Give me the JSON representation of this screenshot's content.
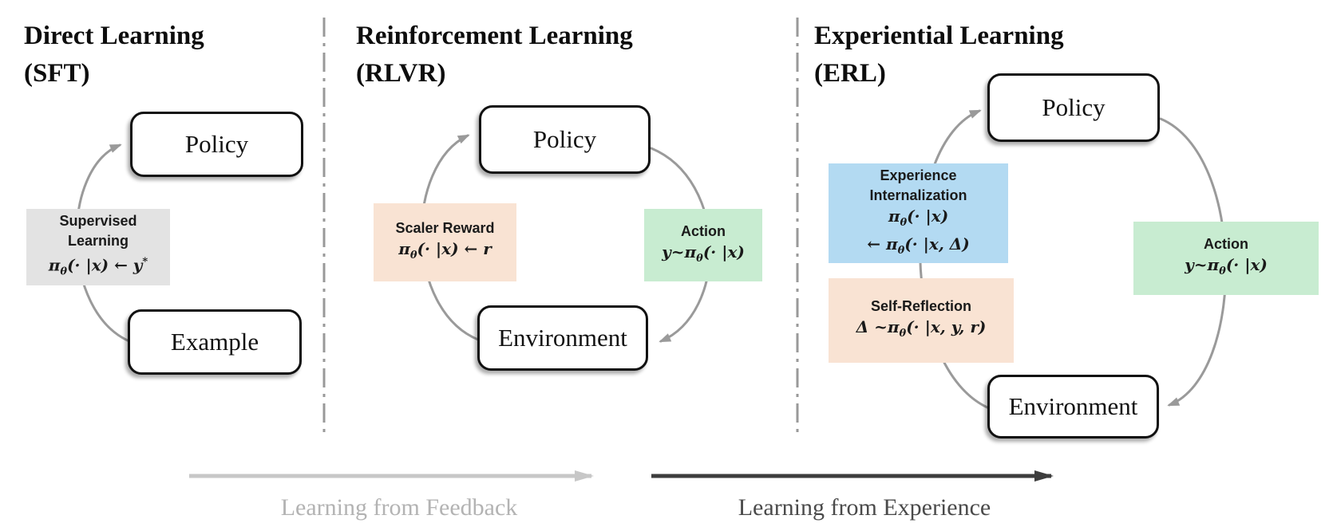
{
  "colors": {
    "arc": "#9a9a9a",
    "divider": "#999999",
    "node_border": "#111111",
    "gray_box": "#e3e3e3",
    "peach_box": "#f9e3d3",
    "green_box": "#c8ecd1",
    "blue_box": "#b3daf2",
    "feedback_arrow": "#c7c7c7",
    "feedback_text": "#b3b3b3",
    "experience_arrow": "#3d3d3d",
    "experience_text": "#4a4a4a"
  },
  "sft": {
    "title_line1": "Direct Learning",
    "title_line2": "(SFT)",
    "policy_label": "Policy",
    "example_label": "Example",
    "supervised": {
      "label_line1": "Supervised",
      "label_line2": "Learning",
      "f_pi": "π",
      "f_sub": "θ",
      "f_mid": "(· |x) ← y",
      "f_sup": "*"
    }
  },
  "rlvr": {
    "title_line1": "Reinforcement Learning",
    "title_line2": "(RLVR)",
    "policy_label": "Policy",
    "environment_label": "Environment",
    "reward": {
      "label": "Scaler Reward",
      "f_pi": "π",
      "f_sub": "θ",
      "f_tail": "(· |x) ← r"
    },
    "action": {
      "label": "Action",
      "f_pre": "y~",
      "f_pi": "π",
      "f_sub": "θ",
      "f_tail": "(· |x)"
    }
  },
  "erl": {
    "title_line1": "Experiential Learning",
    "title_line2": "(ERL)",
    "policy_label": "Policy",
    "environment_label": "Environment",
    "internalization": {
      "label_line1": "Experience",
      "label_line2": "Internalization",
      "f1_pi": "π",
      "f1_sub": "θ",
      "f1_tail": "(· |x)",
      "f2_pre": "← ",
      "f2_pi": "π",
      "f2_sub": "θ",
      "f2_tail": "(· |x, Δ)"
    },
    "reflection": {
      "label": "Self-Reflection",
      "f_pre": "Δ ~",
      "f_pi": "π",
      "f_sub": "θ",
      "f_tail": "(· |x, y, r)"
    },
    "action": {
      "label": "Action",
      "f_pre": "y~",
      "f_pi": "π",
      "f_sub": "θ",
      "f_tail": "(· |x)"
    }
  },
  "axis": {
    "feedback_label": "Learning from Feedback",
    "experience_label": "Learning from Experience"
  }
}
